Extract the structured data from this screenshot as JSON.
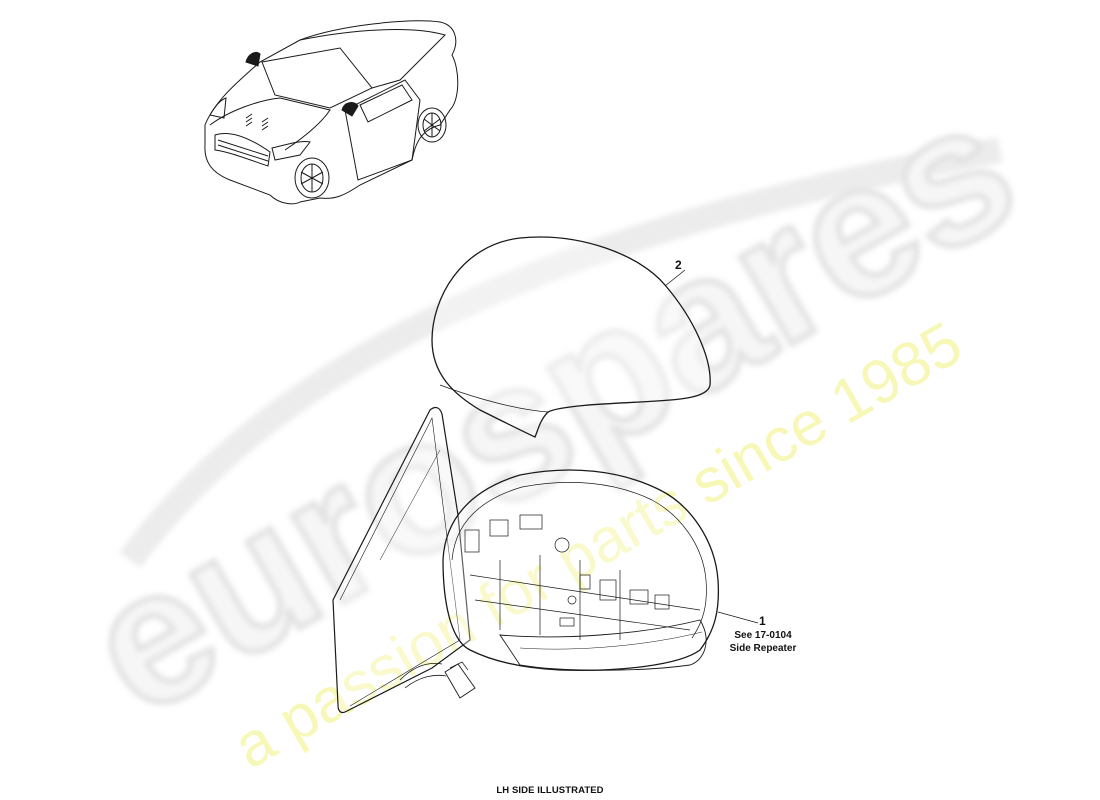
{
  "diagram": {
    "caption": "LH SIDE ILLUSTRATED",
    "callouts": [
      {
        "number": "1",
        "note_line1": "See 17-0104",
        "note_line2": "Side Repeater",
        "part": "mirror-housing-with-side-repeater"
      },
      {
        "number": "2",
        "part": "mirror-cover-cap"
      }
    ],
    "locator_view": "vehicle-overview-lh-mirror-highlighted"
  },
  "watermark": {
    "brand_text": "eurospares",
    "tagline": "a passion for parts since 1985",
    "brand_color": "#e6e6e6",
    "tagline_color": "#f5f5a8"
  },
  "colors": {
    "line": "#1a1a1a",
    "background": "#ffffff"
  }
}
